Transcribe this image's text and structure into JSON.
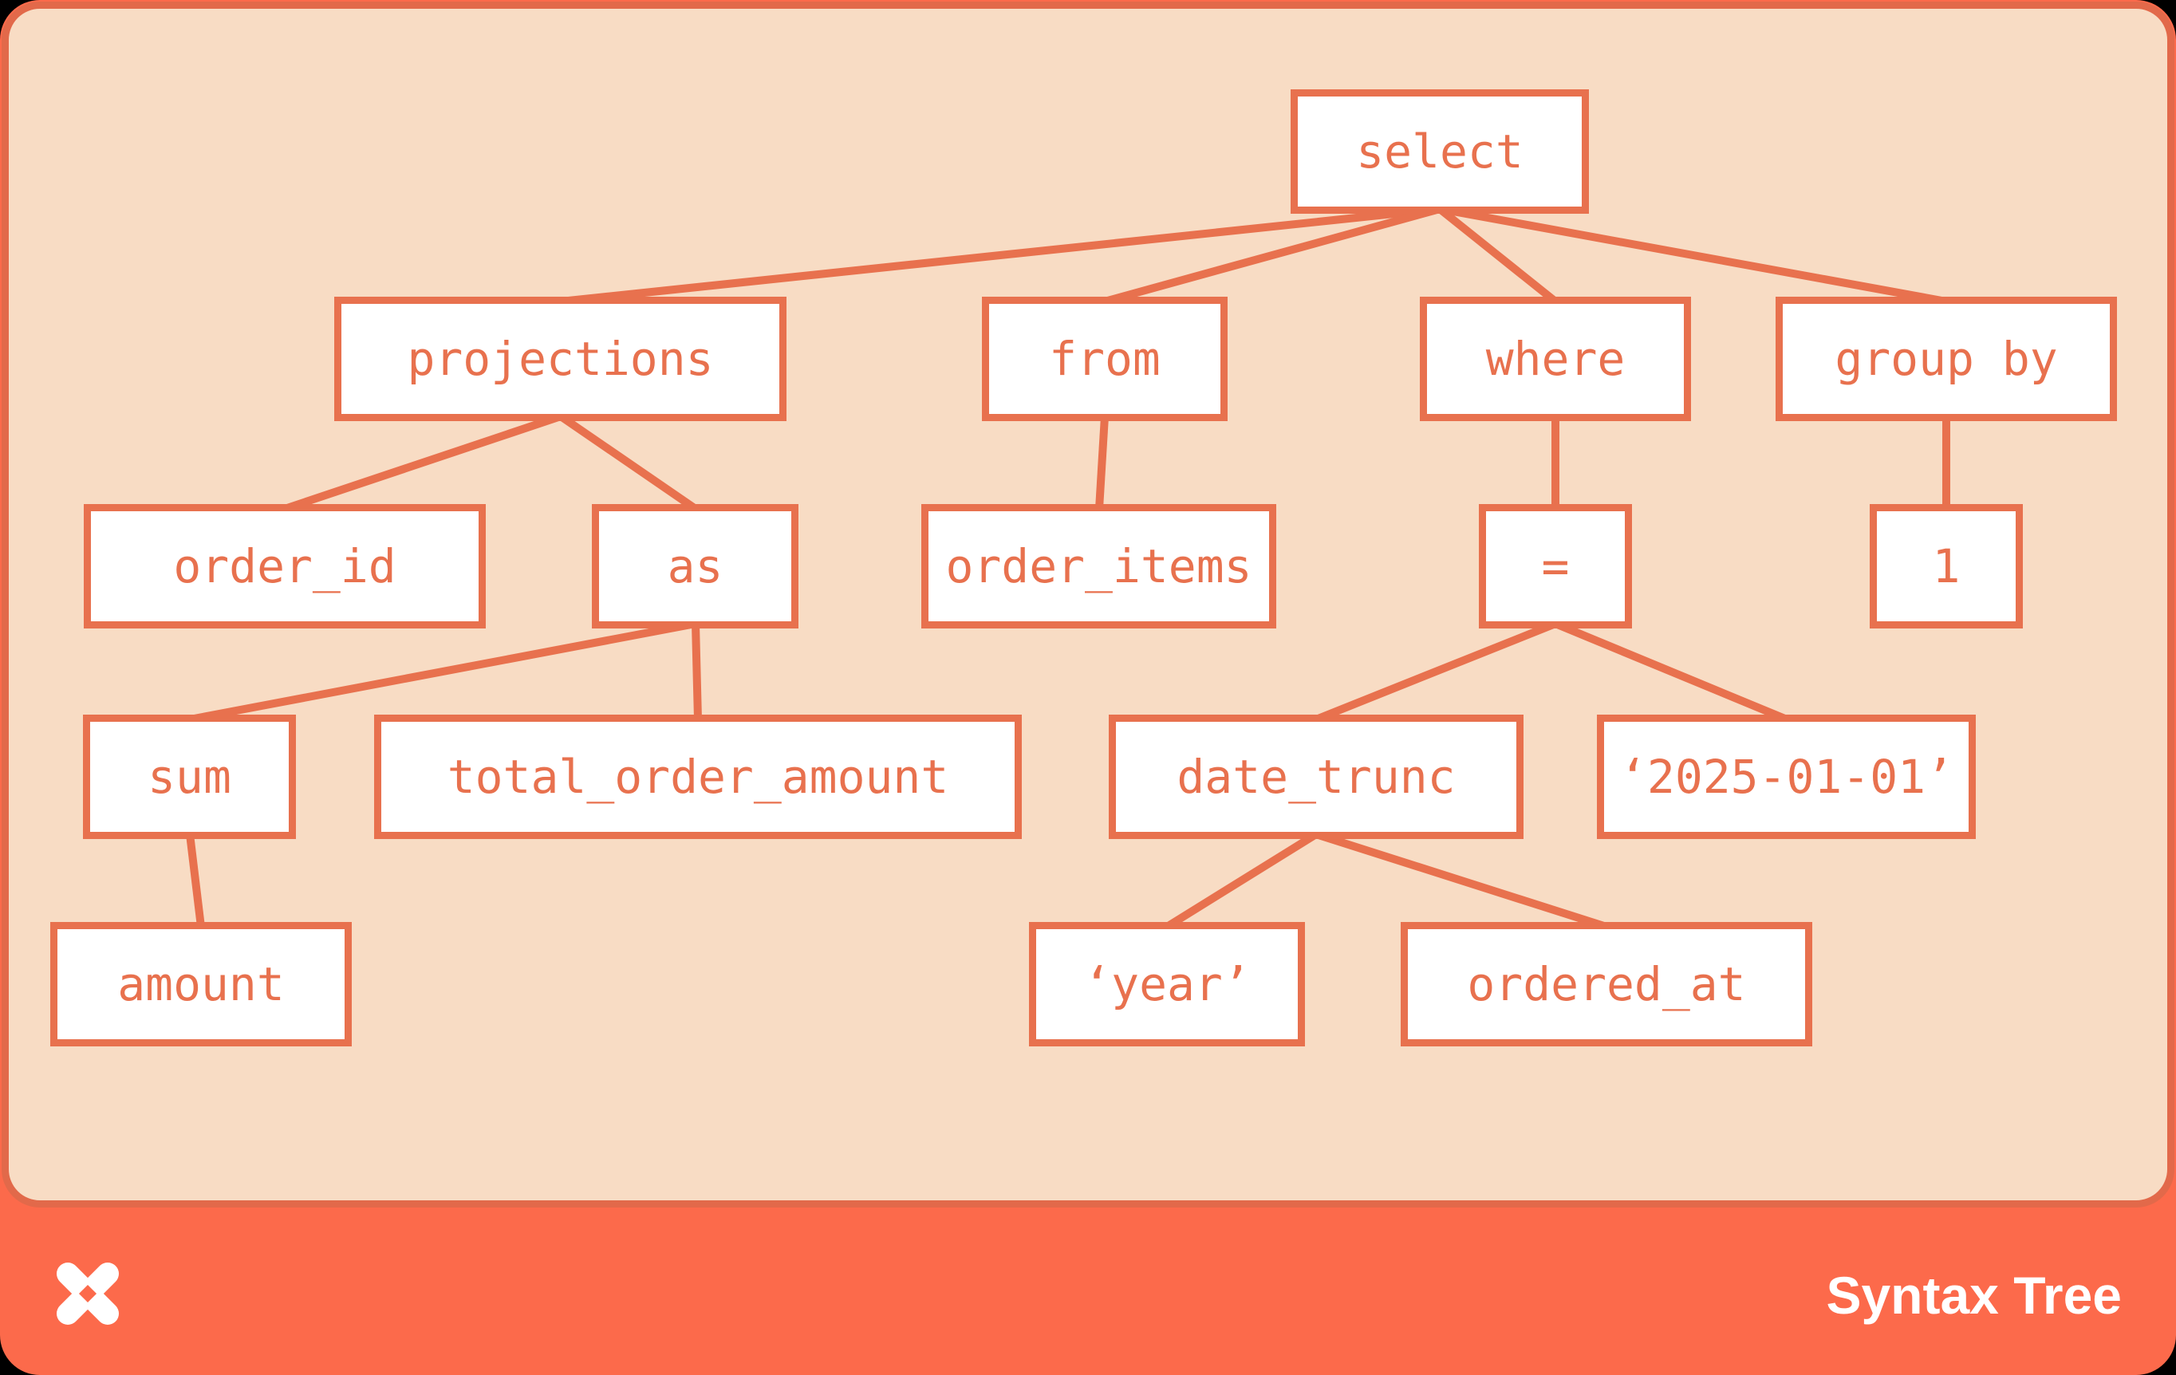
{
  "title": "Syntax Tree",
  "colors": {
    "page_background": "#000000",
    "card_orange": "#FC6A4B",
    "panel_background": "#F8DCC4",
    "panel_border": "#E2694A",
    "accent": "#E8714E",
    "node_background": "#FFFFFF",
    "footer_text": "#FFFFFF"
  },
  "footer": {
    "brand_label": "Syntax Tree",
    "logo_icon": "pinwheel-x-icon"
  },
  "tree": {
    "root": "select",
    "nodes": [
      {
        "id": "select",
        "label": "select"
      },
      {
        "id": "projections",
        "label": "projections"
      },
      {
        "id": "from",
        "label": "from"
      },
      {
        "id": "where",
        "label": "where"
      },
      {
        "id": "group_by",
        "label": "group by"
      },
      {
        "id": "order_id",
        "label": "order_id"
      },
      {
        "id": "as",
        "label": "as"
      },
      {
        "id": "order_items",
        "label": "order_items"
      },
      {
        "id": "eq",
        "label": "="
      },
      {
        "id": "one",
        "label": "1"
      },
      {
        "id": "sum",
        "label": "sum"
      },
      {
        "id": "total_order_amount",
        "label": "total_order_amount"
      },
      {
        "id": "date_trunc",
        "label": "date_trunc"
      },
      {
        "id": "date_literal",
        "label": "‘2025-01-01’"
      },
      {
        "id": "amount",
        "label": "amount"
      },
      {
        "id": "year_literal",
        "label": "‘year’"
      },
      {
        "id": "ordered_at",
        "label": "ordered_at"
      }
    ],
    "edges": [
      [
        "select",
        "projections"
      ],
      [
        "select",
        "from"
      ],
      [
        "select",
        "where"
      ],
      [
        "select",
        "group_by"
      ],
      [
        "projections",
        "order_id"
      ],
      [
        "projections",
        "as"
      ],
      [
        "from",
        "order_items"
      ],
      [
        "where",
        "eq"
      ],
      [
        "group_by",
        "one"
      ],
      [
        "as",
        "sum"
      ],
      [
        "as",
        "total_order_amount"
      ],
      [
        "eq",
        "date_trunc"
      ],
      [
        "eq",
        "date_literal"
      ],
      [
        "sum",
        "amount"
      ],
      [
        "date_trunc",
        "year_literal"
      ],
      [
        "date_trunc",
        "ordered_at"
      ]
    ]
  }
}
